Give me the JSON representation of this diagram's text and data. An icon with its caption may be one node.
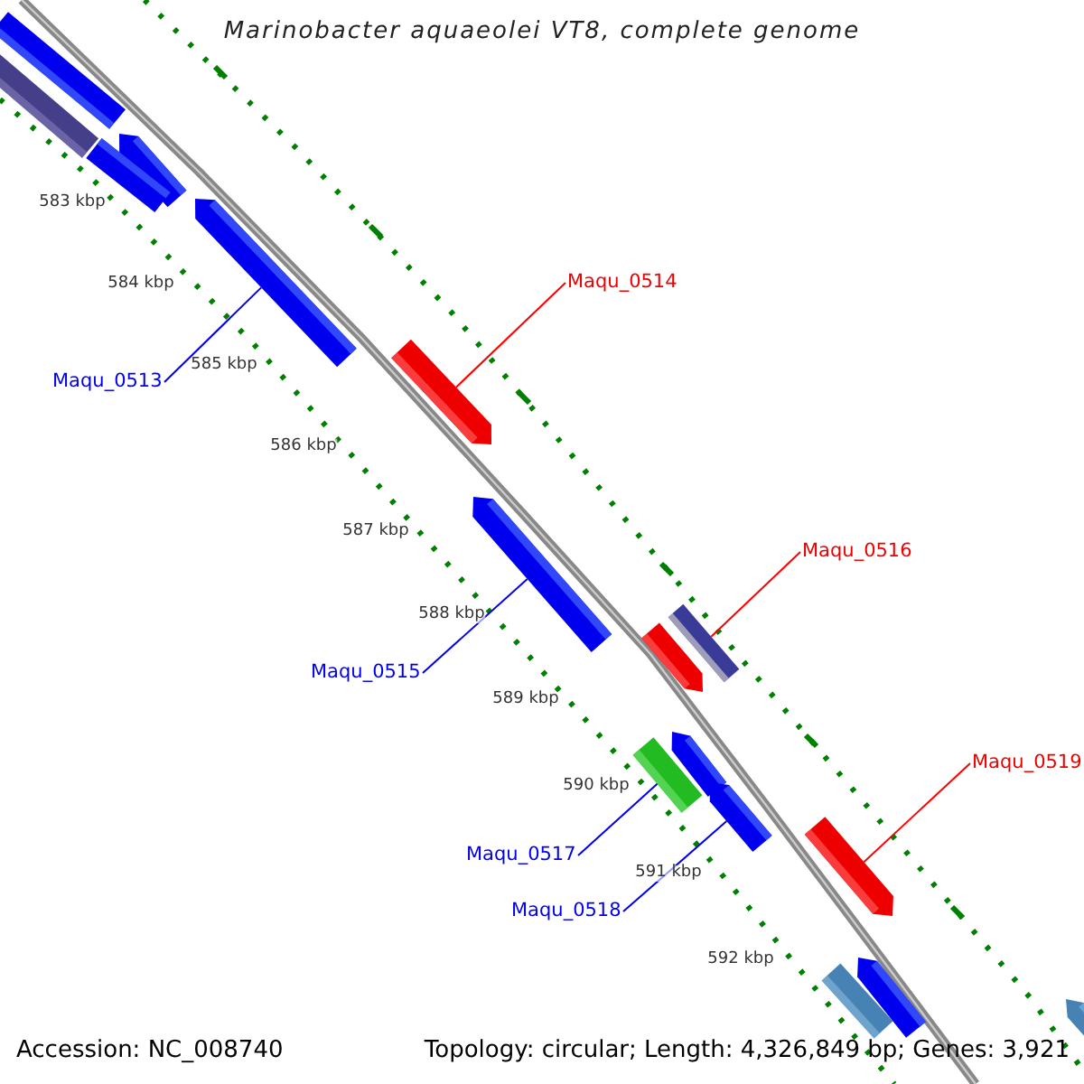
{
  "diagram": {
    "title": "Marinobacter aquaeolei VT8, complete genome",
    "nodes": [
      {
        "text": [
          "Maqu_0513"
        ]
      },
      {
        "text": [
          "Maqu_0514"
        ]
      },
      {
        "text": [
          "Maqu_0515"
        ]
      },
      {
        "text": [
          "Maqu_0516"
        ]
      },
      {
        "text": [
          "Maqu_0517"
        ]
      },
      {
        "text": [
          "Maqu_0518"
        ]
      },
      {
        "text": [
          "Maqu_0519"
        ]
      },
      {
        "text": [],
        "shape": "bar"
      },
      {
        "text": [],
        "shape": "bar"
      },
      {
        "text": [],
        "shape": "bar"
      },
      {
        "text": [],
        "shape": "bar"
      },
      {
        "text": [],
        "shape": "bar"
      },
      {
        "text": [],
        "shape": "bar"
      },
      {
        "text": [],
        "shape": "bar"
      },
      {
        "text": [],
        "shape": "bar"
      },
      {
        "text": [],
        "shape": "bar"
      },
      {
        "text": [],
        "shape": "bar"
      },
      {
        "text": [],
        "shape": "bar"
      },
      {
        "text": [],
        "shape": "bar"
      },
      {
        "text": [],
        "shape": "bar"
      },
      {
        "text": [],
        "shape": "bar"
      },
      {
        "text": [],
        "shape": "bar"
      },
      {
        "text": [],
        "shape": "bar"
      }
    ],
    "edges": [
      {
        "from": 0,
        "to": 11,
        "arrow": "none"
      },
      {
        "from": 1,
        "to": 12,
        "arrow": "none",
        "color": "#ff0000"
      },
      {
        "from": 2,
        "to": 13,
        "arrow": "none"
      },
      {
        "from": 3,
        "to": 14,
        "arrow": "none",
        "color": "#ff0000"
      },
      {
        "from": 4,
        "to": 17,
        "arrow": "none"
      },
      {
        "from": 5,
        "to": 18,
        "arrow": "none"
      },
      {
        "from": 6,
        "to": 19,
        "arrow": "none",
        "color": "#ff0000"
      }
    ],
    "labels": [
      "583 kbp",
      "584 kbp",
      "585 kbp",
      "586 kbp",
      "587 kbp",
      "588 kbp",
      "589 kbp",
      "590 kbp",
      "591 kbp",
      "592 kbp",
      "Accession: NC_008740",
      "Topology: circular; Length: 4,326,849 bp; Genes: 3,921"
    ]
  }
}
